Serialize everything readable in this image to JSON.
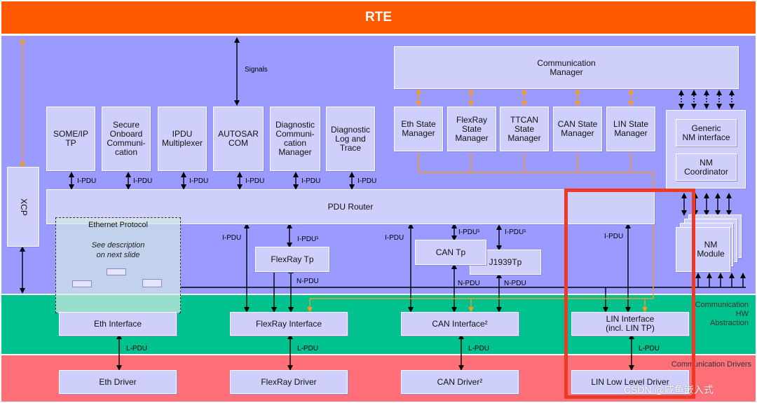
{
  "rte": "RTE",
  "signals_label": "Signals",
  "xcp": "XCP",
  "comm_manager": "Communication\nManager",
  "modules": {
    "someip": "SOME/IP\nTP",
    "secoc": "Secure\nOnboard\nCommuni-\ncation",
    "ipdum": "IPDU\nMultiplexer",
    "com": "AUTOSAR\nCOM",
    "dcm": "Diagnostic\nCommuni-\ncation\nManager",
    "dlt": "Diagnostic\nLog and\nTrace"
  },
  "state_managers": {
    "eth": "Eth State\nManager",
    "flexray": "FlexRay\nState\nManager",
    "ttcan": "TTCAN\nState\nManager",
    "can": "CAN State\nManager",
    "lin": "LIN State\nManager"
  },
  "nm": {
    "generic": "Generic\nNM interface",
    "coordinator": "NM\nCoordinator",
    "module": "NM\nModule"
  },
  "pdu_router": "PDU Router",
  "ethernet_protocol": {
    "title": "Ethernet Protocol",
    "desc": "See description\non next slide"
  },
  "tp": {
    "flexray": "FlexRay Tp",
    "can": "CAN Tp",
    "j1939": "J1939Tp"
  },
  "interfaces": {
    "eth": "Eth Interface",
    "flexray": "FlexRay Interface",
    "can": "CAN Interface²",
    "lin": "LIN Interface\n(incl. LIN TP)"
  },
  "drivers": {
    "eth": "Eth Driver",
    "flexray": "FlexRay Driver",
    "can": "CAN Driver²",
    "lin": "LIN Low Level Driver"
  },
  "layer_labels": {
    "hw_abstraction": "Communication\nHW\nAbstraction",
    "drivers": "Communication Drivers"
  },
  "arrow_labels": {
    "ipdu": "I-PDU",
    "ipdu1": "I-PDU¹",
    "npdu": "N-PDU",
    "lpdu": "L-PDU"
  },
  "watermark": "CSDN @咸鱼嵌入式",
  "colors": {
    "rte": "#ff5a00",
    "services": "#9b9bff",
    "hw_abstraction": "#00c28e",
    "drivers": "#ff6f78",
    "box": "#cfcffb",
    "highlight": "#ee3a24",
    "orange_line": "#f39a2a"
  }
}
